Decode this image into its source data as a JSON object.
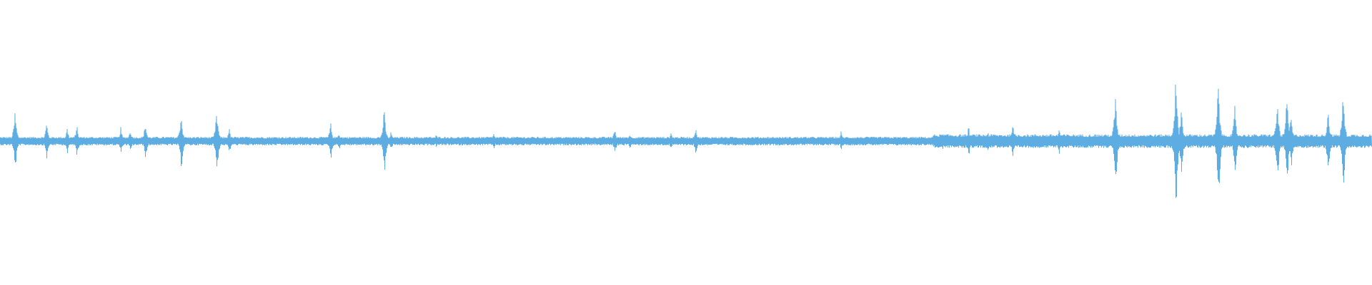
{
  "waveform": {
    "color": "#5dade2",
    "background": "#ffffff",
    "baseline_noise": 0.03,
    "peaks": [
      {
        "pos": 0.011,
        "amp": 0.22
      },
      {
        "pos": 0.034,
        "amp": 0.14
      },
      {
        "pos": 0.049,
        "amp": 0.1
      },
      {
        "pos": 0.056,
        "amp": 0.12
      },
      {
        "pos": 0.088,
        "amp": 0.1
      },
      {
        "pos": 0.095,
        "amp": 0.09
      },
      {
        "pos": 0.106,
        "amp": 0.14
      },
      {
        "pos": 0.132,
        "amp": 0.21
      },
      {
        "pos": 0.158,
        "amp": 0.23
      },
      {
        "pos": 0.167,
        "amp": 0.1
      },
      {
        "pos": 0.241,
        "amp": 0.14
      },
      {
        "pos": 0.247,
        "amp": 0.07
      },
      {
        "pos": 0.28,
        "amp": 0.24
      },
      {
        "pos": 0.285,
        "amp": 0.07
      },
      {
        "pos": 0.318,
        "amp": 0.05
      },
      {
        "pos": 0.36,
        "amp": 0.06
      },
      {
        "pos": 0.448,
        "amp": 0.1
      },
      {
        "pos": 0.459,
        "amp": 0.06
      },
      {
        "pos": 0.489,
        "amp": 0.07
      },
      {
        "pos": 0.507,
        "amp": 0.11
      },
      {
        "pos": 0.613,
        "amp": 0.07
      },
      {
        "pos": 0.687,
        "amp": 0.07
      },
      {
        "pos": 0.706,
        "amp": 0.11
      },
      {
        "pos": 0.72,
        "amp": 0.08
      },
      {
        "pos": 0.738,
        "amp": 0.14
      },
      {
        "pos": 0.772,
        "amp": 0.1
      },
      {
        "pos": 0.813,
        "amp": 0.34
      },
      {
        "pos": 0.857,
        "amp": 0.49
      },
      {
        "pos": 0.861,
        "amp": 0.26
      },
      {
        "pos": 0.888,
        "amp": 0.45
      },
      {
        "pos": 0.9,
        "amp": 0.25
      },
      {
        "pos": 0.931,
        "amp": 0.31
      },
      {
        "pos": 0.938,
        "amp": 0.34
      },
      {
        "pos": 0.941,
        "amp": 0.2
      },
      {
        "pos": 0.968,
        "amp": 0.25
      },
      {
        "pos": 0.979,
        "amp": 0.37
      }
    ]
  }
}
